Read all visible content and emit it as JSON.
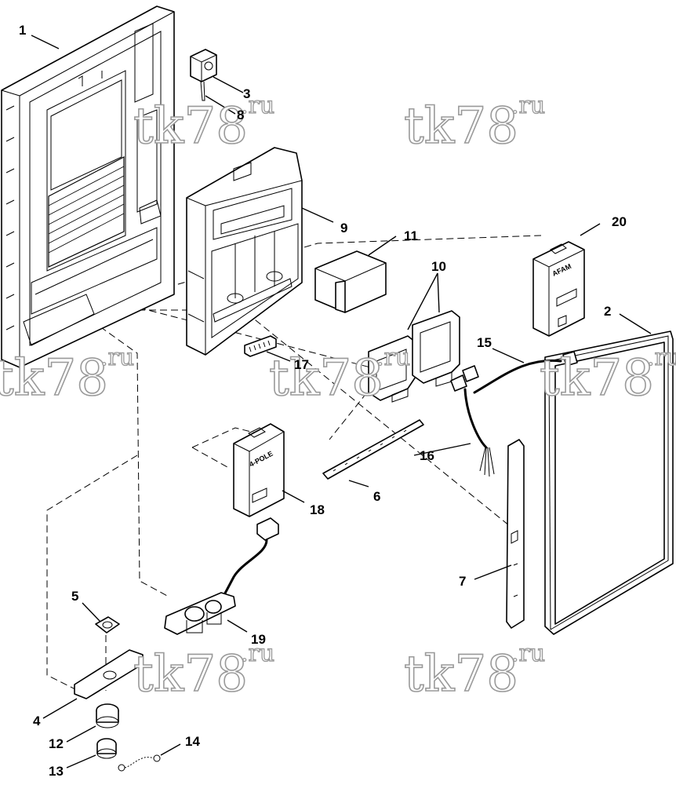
{
  "callouts": {
    "c1": "1",
    "c2": "2",
    "c3": "3",
    "c4": "4",
    "c5": "5",
    "c6": "6",
    "c7": "7",
    "c8": "8",
    "c9": "9",
    "c10": "10",
    "c11": "11",
    "c12": "12",
    "c13": "13",
    "c14": "14",
    "c15": "15",
    "c16": "16",
    "c17": "17",
    "c18": "18",
    "c19": "19",
    "c20": "20"
  },
  "watermark": {
    "main": "tk78",
    "sup": ".ru"
  },
  "module_labels": {
    "fourpole": "4-POLE",
    "afam": "AFAM"
  }
}
